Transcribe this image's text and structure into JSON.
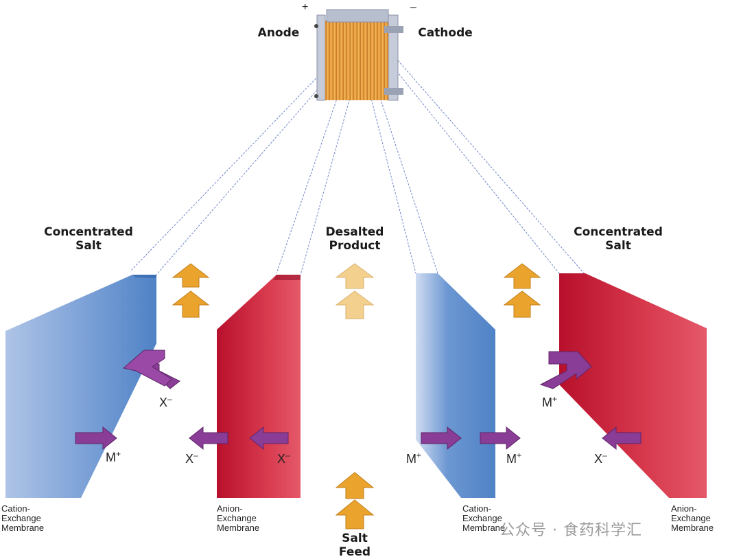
{
  "stack": {
    "anode": "Anode",
    "cathode": "Cathode",
    "plus": "+",
    "minus": "–"
  },
  "labels": {
    "concentrated_left": "Concentrated\nSalt",
    "desalted": "Desalted\nProduct",
    "concentrated_right": "Concentrated\nSalt",
    "salt_feed": "Salt\nFeed"
  },
  "membranes": {
    "cation_left": "Cation-\nExchange\nMembrane",
    "anion_left": "Anion-\nExchange\nMembrane",
    "cation_right": "Cation-\nExchange\nMembrane",
    "anion_right": "Anion-\nExchange\nMembrane"
  },
  "ions": {
    "cation": "M",
    "cation_charge": "+",
    "anion": "X",
    "anion_charge": "–"
  },
  "colors": {
    "cation_membrane": "#5b8ccc",
    "anion_membrane": "#c8203a",
    "flow_arrow": "#eaa42e",
    "desalted_arrow": "#f4d08f",
    "ion_arrow": "#8a3d96",
    "guide_line": "#6e86c8"
  },
  "watermark": "公众号 · 食药科学汇"
}
